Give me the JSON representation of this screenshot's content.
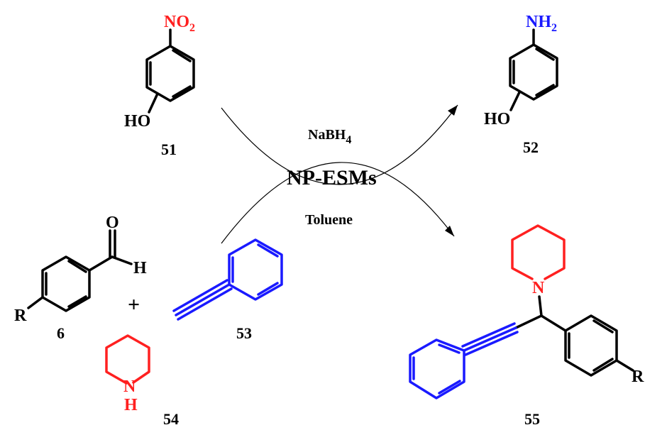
{
  "colors": {
    "red": "#ff2020",
    "blue": "#1a1aff",
    "black": "#000000"
  },
  "compounds": {
    "c51": {
      "number": "51",
      "group": "NO",
      "group_sub": "2",
      "substituent": "HO"
    },
    "c52": {
      "number": "52",
      "group": "NH",
      "group_sub": "2",
      "substituent": "HO"
    },
    "c6": {
      "number": "6",
      "r_label": "R",
      "aldehyde_o": "O",
      "aldehyde_h": "H"
    },
    "c53": {
      "number": "53"
    },
    "c54": {
      "number": "54",
      "n_label": "N",
      "h_label": "H"
    },
    "c55": {
      "number": "55",
      "n_label": "N",
      "r_label": "R"
    }
  },
  "plus": "+",
  "conditions": {
    "reagent": "NaBH",
    "reagent_sub": "4",
    "catalyst": "NP-ESMs",
    "solvent": "Toluene"
  }
}
